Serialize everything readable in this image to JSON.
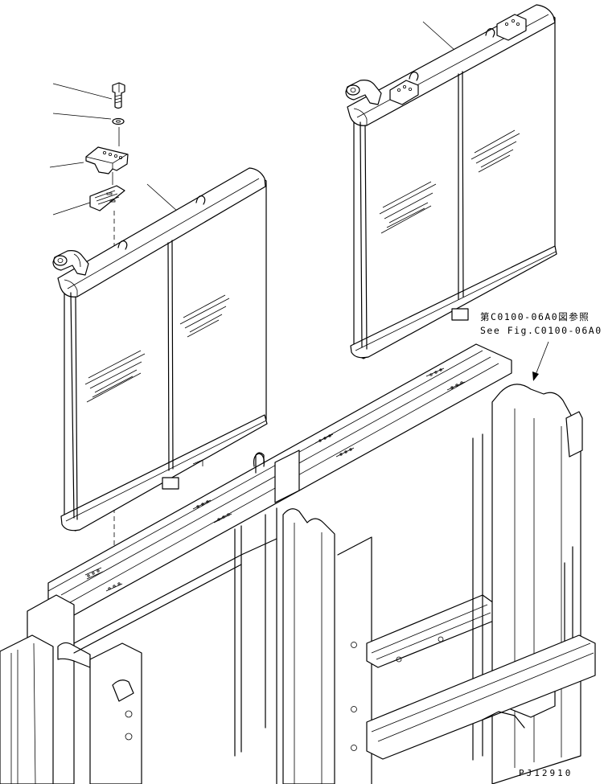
{
  "reference_note": {
    "line_ja": "第C0100-06A0図参照",
    "line_en": "See Fig.C0100-06A0"
  },
  "drawing_code": "PJ12910"
}
